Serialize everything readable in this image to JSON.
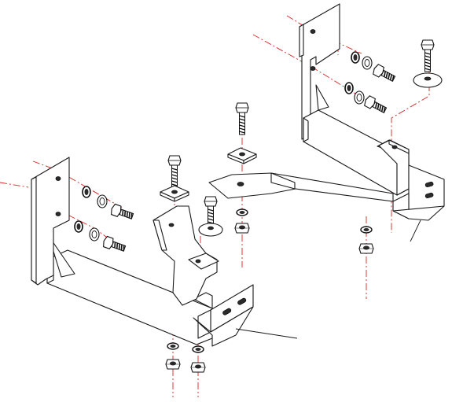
{
  "figure": {
    "colors": {
      "line": "#1a1a1a",
      "centerline": "#dd2222",
      "hardware": "#2b2b2b",
      "background": "#ffffff"
    },
    "parts": [
      "left-frame-bracket",
      "right-frame-bracket",
      "left-crossmember",
      "right-crossmember",
      "center-link-plate",
      "bolt",
      "flat-washer",
      "lock-washer",
      "hex-nut"
    ]
  }
}
